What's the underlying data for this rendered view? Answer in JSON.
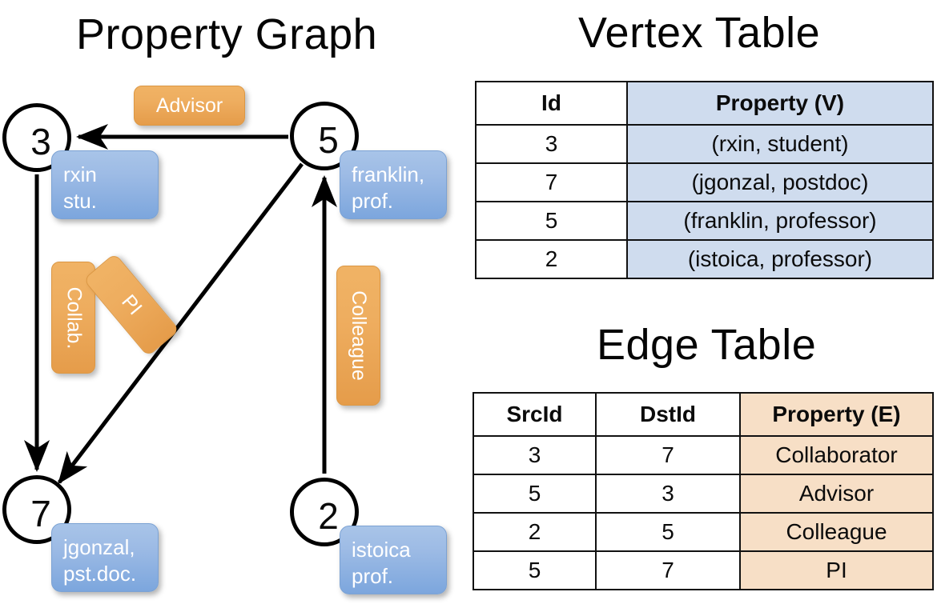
{
  "titles": {
    "property_graph": "Property Graph",
    "vertex_table": "Vertex Table",
    "edge_table": "Edge Table"
  },
  "colors": {
    "vertex_property_fill": "#cfdcee",
    "edge_property_fill": "#f7dfc6",
    "node_property_box": "#9dbbe5",
    "edge_label_box": "#eead5f",
    "stroke": "#000000",
    "background": "#ffffff"
  },
  "graph": {
    "nodes": [
      {
        "id": "3",
        "property_label": "rxin\nstu.",
        "property_line1": "rxin",
        "property_line2": "stu."
      },
      {
        "id": "5",
        "property_label": "franklin,\nprof.",
        "property_line1": "franklin,",
        "property_line2": "prof."
      },
      {
        "id": "7",
        "property_label": "jgonzal,\npst.doc.",
        "property_line1": "jgonzal,",
        "property_line2": "pst.doc."
      },
      {
        "id": "2",
        "property_label": "istoica\nprof.",
        "property_line1": "istoica",
        "property_line2": "prof."
      }
    ],
    "edge_labels": [
      {
        "name": "advisor",
        "text": "Advisor",
        "orientation": "horizontal"
      },
      {
        "name": "collab",
        "text": "Collab.",
        "orientation": "vertical"
      },
      {
        "name": "pi",
        "text": "PI",
        "orientation": "diagonal"
      },
      {
        "name": "colleague",
        "text": "Colleague",
        "orientation": "vertical"
      }
    ],
    "edges": [
      {
        "src": "3",
        "dst": "7",
        "label": "Collab."
      },
      {
        "src": "5",
        "dst": "3",
        "label": "Advisor"
      },
      {
        "src": "2",
        "dst": "5",
        "label": "Colleague"
      },
      {
        "src": "5",
        "dst": "7",
        "label": "PI"
      }
    ]
  },
  "vertex_table": {
    "headers": [
      "Id",
      "Property (V)"
    ],
    "rows": [
      {
        "id": "3",
        "property": "(rxin, student)"
      },
      {
        "id": "7",
        "property": "(jgonzal, postdoc)"
      },
      {
        "id": "5",
        "property": "(franklin, professor)"
      },
      {
        "id": "2",
        "property": "(istoica, professor)"
      }
    ]
  },
  "edge_table": {
    "headers": [
      "SrcId",
      "DstId",
      "Property (E)"
    ],
    "rows": [
      {
        "src": "3",
        "dst": "7",
        "property": "Collaborator"
      },
      {
        "src": "5",
        "dst": "3",
        "property": "Advisor"
      },
      {
        "src": "2",
        "dst": "5",
        "property": "Colleague"
      },
      {
        "src": "5",
        "dst": "7",
        "property": "PI"
      }
    ]
  }
}
